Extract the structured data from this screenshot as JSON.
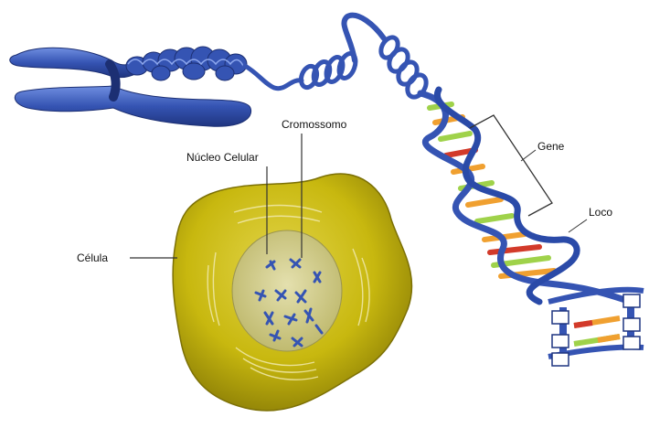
{
  "labels": {
    "cromossomo": "Cromossomo",
    "nucleo": "Núcleo Celular",
    "celula": "Célula",
    "gene": "Gene",
    "loco": "Loco"
  },
  "colors": {
    "chromosome_blue": "#3554b3",
    "cell_yellow": "#c8b80f",
    "cell_dark": "#7c7005",
    "nucleus": "#d3ce8a",
    "base_pair_green": "#9fd24a",
    "base_pair_orange": "#f0a030",
    "base_pair_red": "#d23a2a",
    "label_line": "#333333"
  },
  "icons": {
    "chromosome": "x-chromosome-icon",
    "dna": "double-helix-icon",
    "cell": "cell-icon"
  }
}
